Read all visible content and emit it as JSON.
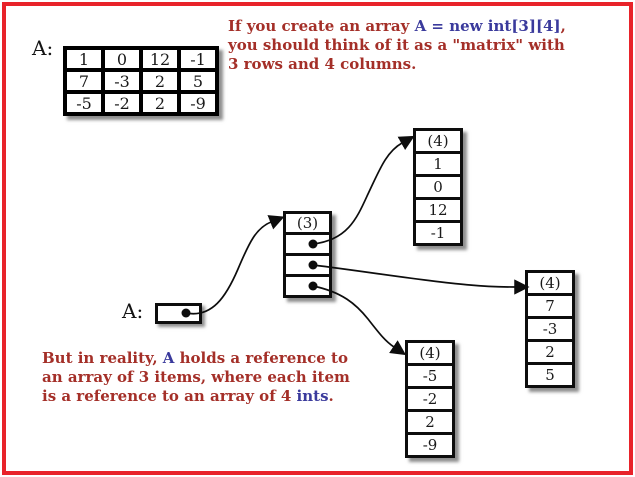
{
  "colors": {
    "accent_border": "#e8232a",
    "text_red": "#a42f28",
    "text_blue": "#3a3a9c",
    "box_border": "#0d0d0d"
  },
  "matrix_section": {
    "label": "A:",
    "rows": [
      [
        "1",
        "0",
        "12",
        "-1"
      ],
      [
        "7",
        "-3",
        "2",
        "5"
      ],
      [
        "-5",
        "-2",
        "2",
        "-9"
      ]
    ]
  },
  "top_note": {
    "line1_red": "If you create an array ",
    "line1_blue": "A = new int[3][4]",
    "line1_red2": ",",
    "line2": "you should think of it as a \"matrix\" with",
    "line3": "3 rows and 4 columns."
  },
  "bottom_note": {
    "line1_red": "But in reality, ",
    "line1_blue": "A",
    "line1_red2": " holds a reference to",
    "line2": "an array of 3 items, where each item",
    "line3_red": "is a reference to an array of 4 ",
    "line3_blue": "ints",
    "line3_red2": "."
  },
  "reference_section": {
    "label": "A:"
  },
  "spine_array": {
    "header": "(3)"
  },
  "row_arrays": {
    "top": {
      "header": "(4)",
      "values": [
        "1",
        "0",
        "12",
        "-1"
      ]
    },
    "right": {
      "header": "(4)",
      "values": [
        "7",
        "-3",
        "2",
        "5"
      ]
    },
    "bottom": {
      "header": "(4)",
      "values": [
        "-5",
        "-2",
        "2",
        "-9"
      ]
    }
  }
}
